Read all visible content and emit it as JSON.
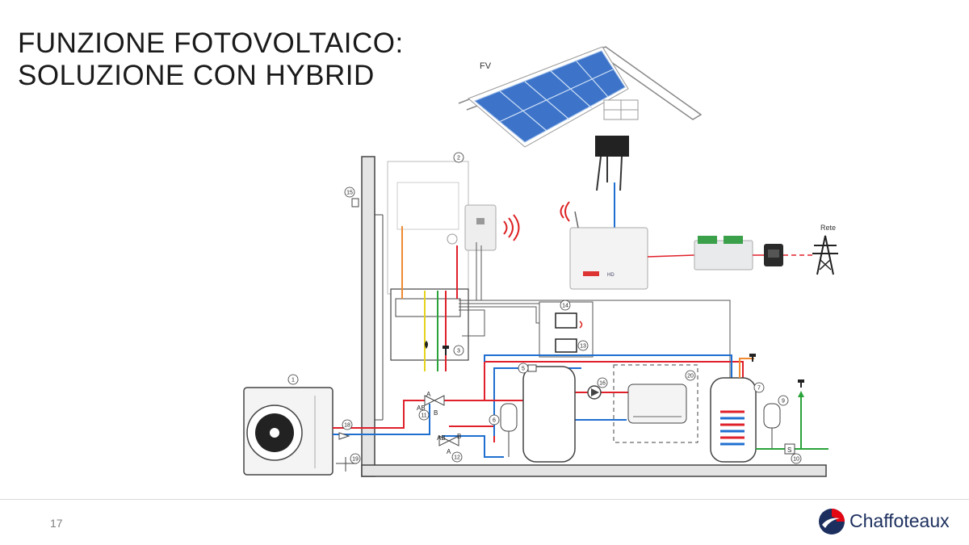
{
  "slide": {
    "title_line1": "FUNZIONE FOTOVOLTAICO:",
    "title_line2": "SOLUZIONE CON HYBRID",
    "page_number": "17"
  },
  "diagram": {
    "pv_label": "FV",
    "grid_label": "Rete",
    "valve_ports": {
      "a": "A",
      "b": "B",
      "ab": "AB"
    },
    "sensor_label": "S",
    "component_numbers": [
      "1",
      "2",
      "3",
      "5",
      "6",
      "7",
      "9",
      "10",
      "11",
      "12",
      "13",
      "14",
      "15",
      "16",
      "18",
      "19",
      "20"
    ]
  },
  "brand": {
    "name": "Chaffoteaux",
    "colors": {
      "red": "#e30613",
      "blue": "#1c2f5e"
    }
  },
  "colors": {
    "pipe_red": "#e0202a",
    "pipe_blue": "#1f6fd0",
    "pipe_green": "#2aa33a",
    "pipe_orange": "#f08a30",
    "pipe_yellow": "#e6d21e",
    "wire": "#555555",
    "panel": "#3d74c9"
  }
}
